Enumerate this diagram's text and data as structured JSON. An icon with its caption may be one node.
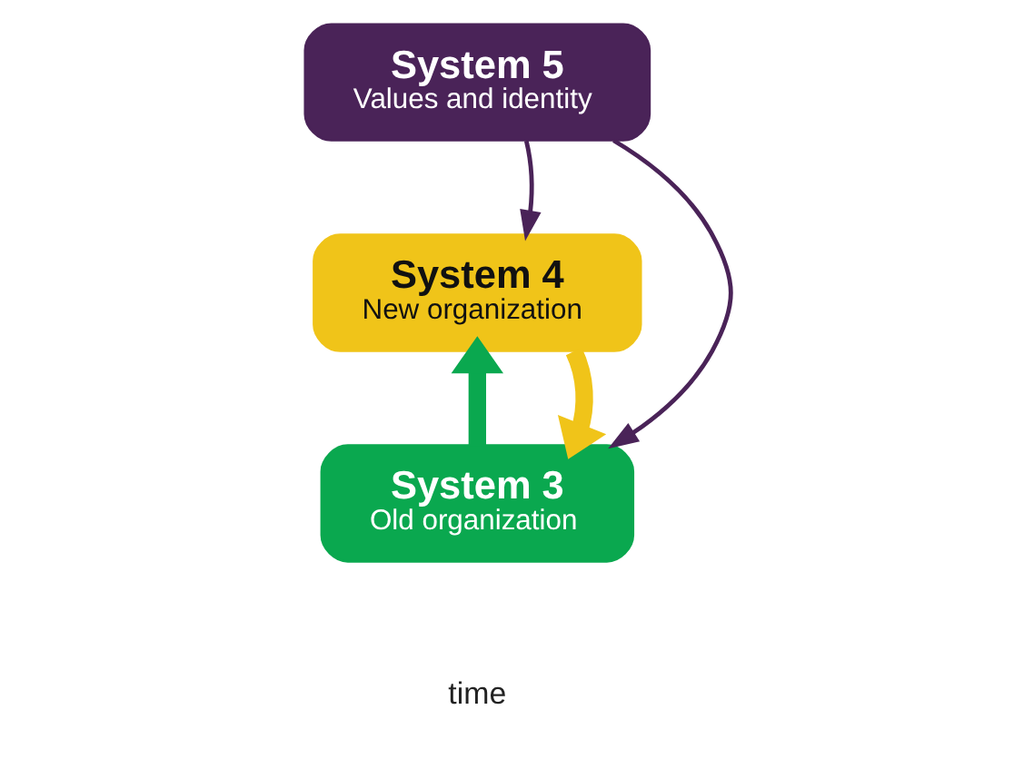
{
  "diagram": {
    "nodes": [
      {
        "text": [
          "System 5",
          "Values and identity"
        ]
      },
      {
        "text": [
          "System 4",
          "New organization"
        ]
      },
      {
        "text": [
          "System 3",
          "Old organization"
        ]
      }
    ],
    "edges": [
      {
        "from": 0,
        "to": 2,
        "arrow": "to"
      },
      {
        "from": 0,
        "to": 1,
        "arrow": "to"
      },
      {
        "from": 2,
        "to": 1,
        "arrow": "to",
        "style": "thick",
        "color": "#0aa84f"
      },
      {
        "from": 1,
        "to": 2,
        "arrow": "to",
        "style": "thick",
        "color": "#f0c419"
      }
    ],
    "labels": [
      "time"
    ]
  }
}
